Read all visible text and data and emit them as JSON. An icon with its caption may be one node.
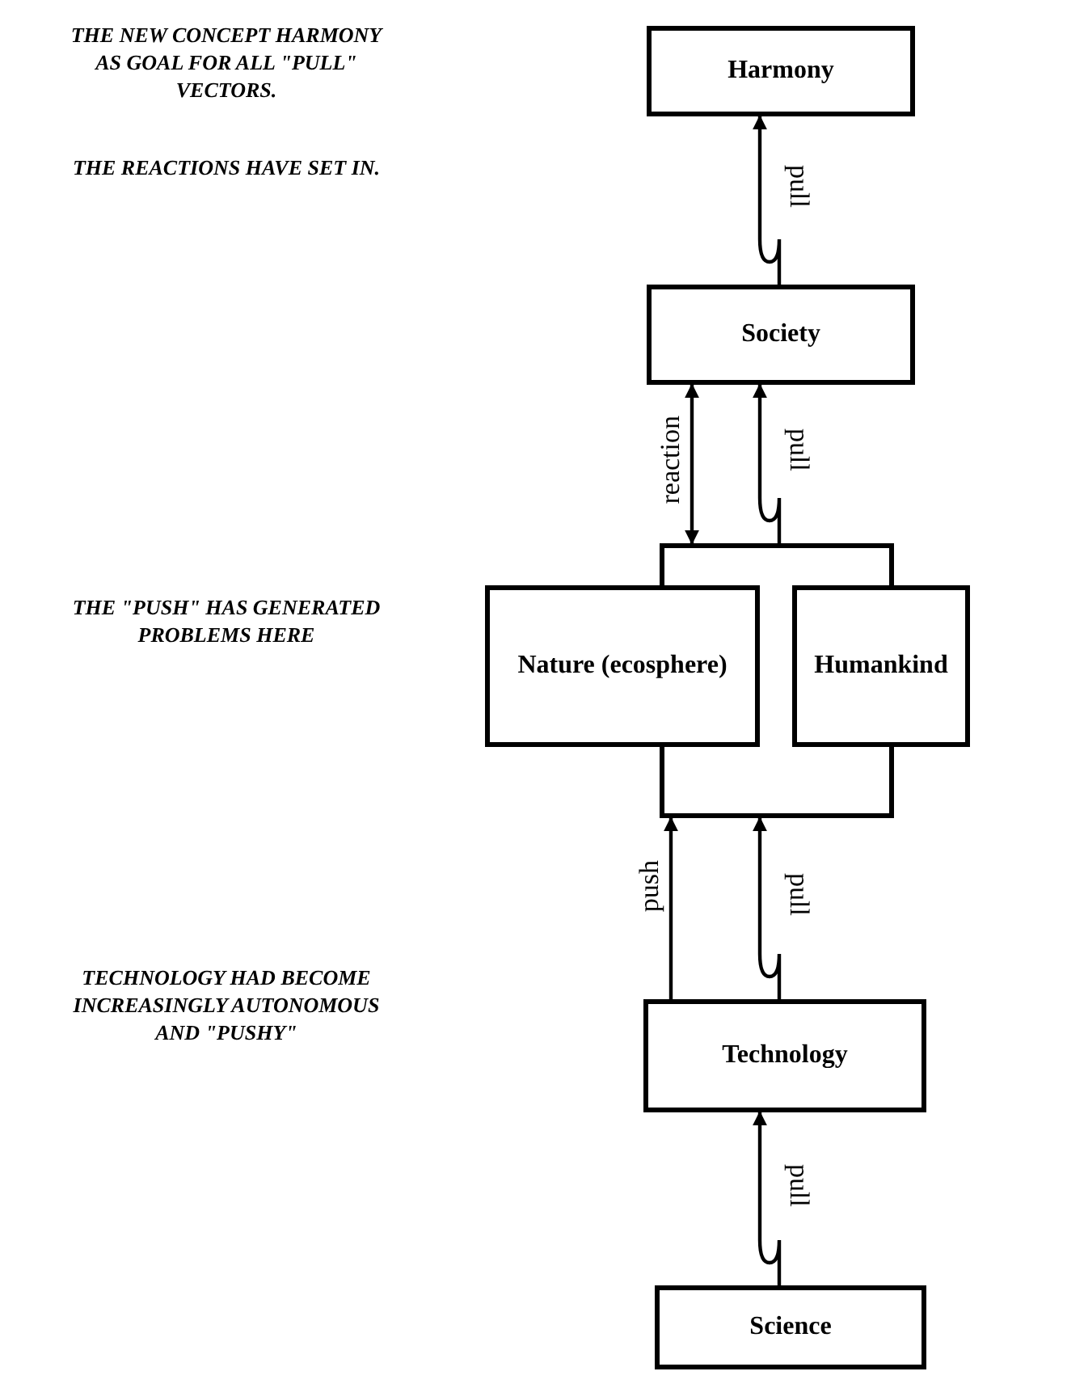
{
  "diagram": {
    "nodes": [
      {
        "text": [
          "Harmony"
        ]
      },
      {
        "text": [
          "Society"
        ]
      },
      {
        "text": [],
        "shape": "box"
      },
      {
        "text": [
          "Nature (ecosphere)"
        ]
      },
      {
        "text": [
          "Humankind"
        ]
      },
      {
        "text": [
          "Technology"
        ]
      },
      {
        "text": [
          "Science"
        ]
      }
    ],
    "edges": [
      {
        "from": 1,
        "to": 0,
        "arrow": "to",
        "label": "pull"
      },
      {
        "from": 1,
        "to": 2,
        "arrow": "both",
        "label": "reaction"
      },
      {
        "from": 2,
        "to": 1,
        "arrow": "to",
        "label": "pull"
      },
      {
        "from": 5,
        "to": 2,
        "arrow": "to",
        "label": "push"
      },
      {
        "from": 5,
        "to": 2,
        "arrow": "to",
        "label": "pull"
      },
      {
        "from": 6,
        "to": 5,
        "arrow": "to",
        "label": "pull"
      }
    ],
    "labels": [
      "THE NEW CONCEPT HARMONY AS GOAL FOR ALL \"PULL\" VECTORS.",
      "THE REACTIONS HAVE SET IN.",
      "THE \"PUSH\" HAS GENERATED PROBLEMS HERE",
      "TECHNOLOGY HAD BECOME INCREASINGLY AUTONOMOUS AND \"PUSHY\""
    ]
  }
}
